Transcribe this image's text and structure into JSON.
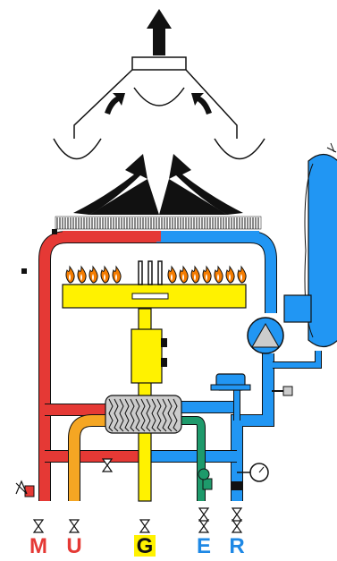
{
  "colors": {
    "flow_red": "#e53935",
    "return_blue": "#2196f3",
    "dhw_orange": "#f5a623",
    "gas_yellow": "#fff200",
    "fill_green": "#1e9a6b",
    "flue_black": "#111111",
    "flame_orange": "#f57c00",
    "label_red": "#e53935",
    "label_blue": "#1e88e5"
  },
  "connections": [
    {
      "key": "M",
      "label": "M",
      "color": "#e53935",
      "highlight": false
    },
    {
      "key": "U",
      "label": "U",
      "color": "#e53935",
      "highlight": false
    },
    {
      "key": "G",
      "label": "G",
      "color": "#111111",
      "highlight": true
    },
    {
      "key": "E",
      "label": "E",
      "color": "#1e88e5",
      "highlight": false
    },
    {
      "key": "R",
      "label": "R",
      "color": "#1e88e5",
      "highlight": false
    }
  ],
  "icons": {
    "flue_arrows": "arrow-up-icon",
    "pump": "pump-icon",
    "valve": "valve-icon",
    "gauge": "pressure-gauge-icon",
    "flame": "flame-icon"
  }
}
